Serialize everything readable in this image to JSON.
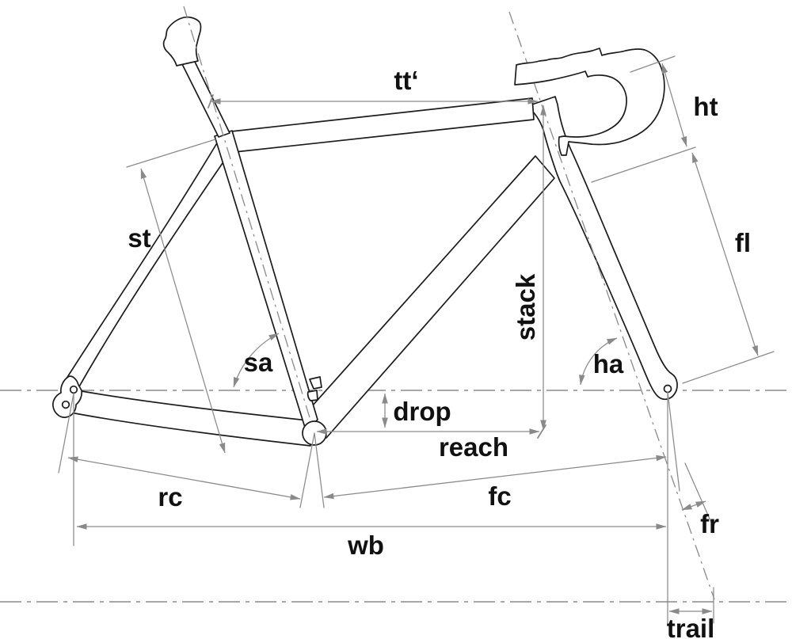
{
  "figure_title": "",
  "colors": {
    "background": "#ffffff",
    "frame_ink": "#1c1c1c",
    "dimension_gray": "#8a8a8a",
    "label_ink": "#111111"
  },
  "labels": {
    "tt": {
      "text": "tt‘"
    },
    "ht": {
      "text": "ht"
    },
    "st": {
      "text": "st"
    },
    "fl": {
      "text": "fl"
    },
    "stack": {
      "text": "stack"
    },
    "sa": {
      "text": "sa"
    },
    "ha": {
      "text": "ha"
    },
    "drop": {
      "text": "drop"
    },
    "reach": {
      "text": "reach"
    },
    "rc": {
      "text": "rc"
    },
    "fc": {
      "text": "fc"
    },
    "fr": {
      "text": "fr"
    },
    "wb": {
      "text": "wb"
    },
    "trail": {
      "text": "trail"
    }
  }
}
